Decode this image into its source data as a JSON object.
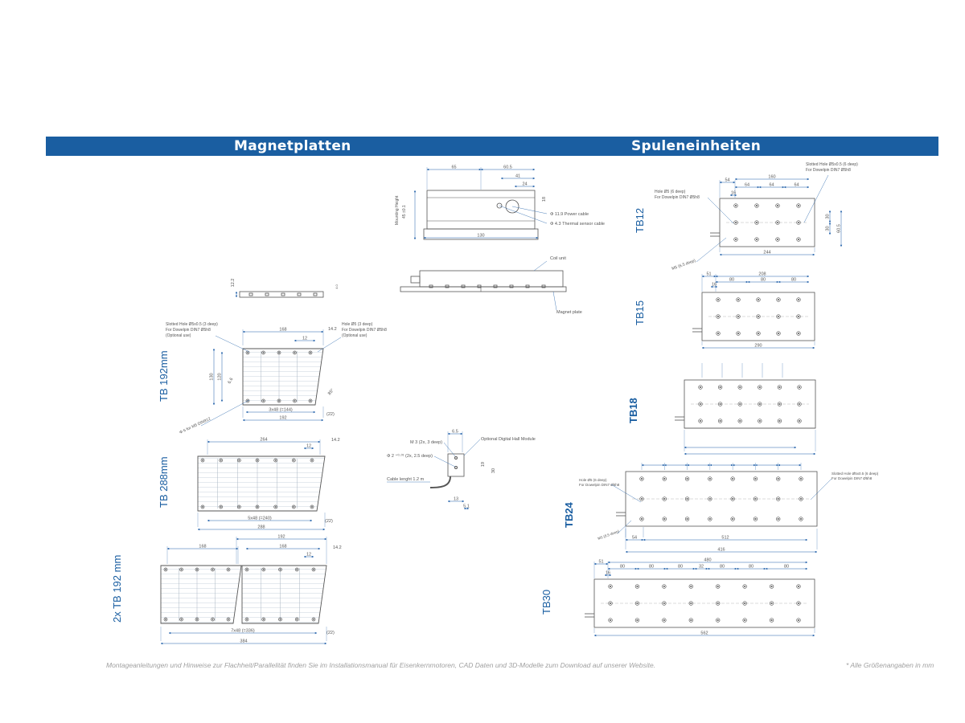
{
  "sections": {
    "left_title": "Magnetplatten",
    "right_title": "Spuleneinheiten"
  },
  "colors": {
    "banner": "#1a5ea1",
    "line": "#555555",
    "dim": "#1f5fa8",
    "label": "#1a5ea1"
  },
  "magnet_labels": {
    "tb192": "TB 192mm",
    "tb288": "TB 288mm",
    "tb2x192": "2x TB 192 mm"
  },
  "coil_labels": {
    "tb12": "TB12",
    "tb15": "TB15",
    "tb18": "TB18",
    "tb24": "TB24",
    "tb30": "TB30"
  },
  "cross_section": {
    "dim_65": "65",
    "dim_60_5": "60.5",
    "dim_41": "41",
    "dim_24": "24",
    "dim_18": "18",
    "dim_130": "130",
    "mounting_height": "Mounting Height",
    "mounting_value": "45 ±0.1",
    "power_cable": "Φ  11.9  Power cable",
    "thermal_cable": "Φ  4.3   Thermal sensor cable"
  },
  "side_view": {
    "coil_unit": "Coil unit",
    "magnet_plate": "Magnet plate"
  },
  "plate_side": {
    "dim_12_2": "12.2",
    "dim_4": "4.0"
  },
  "tb192": {
    "slotted_hole": [
      "Slotted Hole  Ø5x0.5 (3 deep)",
      "For Dowelpin DIN7 Ø5h8",
      "(Optional use)"
    ],
    "hole": [
      "Hole  Ø5 (3 deep)",
      "For Dowelpin DIN7  Ø5h8",
      "(Optional use)"
    ],
    "dim_168": "168",
    "dim_14_2": "14.2",
    "dim_12": "12",
    "dim_120": "120",
    "dim_130": "130",
    "dim_6_6": "6.6",
    "dim_85": "85°",
    "m5_note": "Φ  6  for M5 DIN912",
    "dim_3x48": "3x48 (=144)",
    "dim_22": "(22)",
    "dim_192": "192"
  },
  "tb288": {
    "dim_264": "264",
    "dim_12": "12",
    "dim_14_2": "14.2",
    "dim_5x48": "5x48 (=240)",
    "dim_22": "(22)",
    "dim_288": "288"
  },
  "tb2x192": {
    "dim_192": "192",
    "dim_168a": "168",
    "dim_168b": "168",
    "dim_14_2": "14.2",
    "dim_12": "12",
    "dim_7x48": "7x48 (=336)",
    "dim_22": "(22)",
    "dim_384": "384"
  },
  "hall": {
    "dim_6_5": "6.5",
    "m3": "M  3  (2x, 3 deep)",
    "pin": "Φ  2  ⁺⁰·⁰¹  (2x, 2.5 deep)",
    "module": "Optional Digital Hall Module",
    "cable": "Cable lenght 1.2 m",
    "dim_19": "19",
    "dim_13": "13",
    "dim_5_1": "5.1",
    "dim_30": "30"
  },
  "tb12": {
    "dim_54": "54",
    "dim_160": "160",
    "dim_16": "16",
    "dim_64a": "64",
    "dim_64b": "64",
    "dim_64c": "64",
    "dim_30a": "30",
    "dim_30b": "30",
    "dim_60_5": "60.5",
    "dim_244": "244",
    "slotted": [
      "Slotted Hole  Ø5x0.5 (6 deep)",
      "For Dowelpin DIN7  Ø5h8"
    ],
    "hole": [
      "Hole  Ø5 (6 deep)",
      "For Dowelpin DIN7  Ø5h8"
    ],
    "m5": "M5 (6.5 deep)"
  },
  "tb15": {
    "dim_51": "51",
    "dim_208": "208",
    "dim_16": "16",
    "dim_80a": "80",
    "dim_80b": "80",
    "dim_80c": "80",
    "dim_290": "290"
  },
  "tb24": {
    "hole": [
      "Hole  Ø5  (6 deep)",
      "For Dowelpin DIN7  Ø5h8"
    ],
    "slotted": [
      "Slotted Hole  Ø5x0.5  (6 deep)",
      "For Dowelpin DIN7  Ø5h8"
    ],
    "m5": "M5 (6.5 deep)",
    "dim_54": "54",
    "dim_512": "512",
    "dim_416": "416"
  },
  "tb30": {
    "dim_51": "51",
    "dim_480": "480",
    "dim_16": "16",
    "dim_80s": [
      "80",
      "80",
      "80",
      "32",
      "80",
      "80",
      "80"
    ],
    "dim_562": "562"
  },
  "footer": {
    "note": "Montageanleitungen und Hinweise zur Flachheit/Parallelität finden Sie im Installationsmanual für Eisenkernmotoren, CAD Daten und 3D-Modelle zum Download auf unserer Website.",
    "units": "* Alle Größenangaben in mm"
  }
}
